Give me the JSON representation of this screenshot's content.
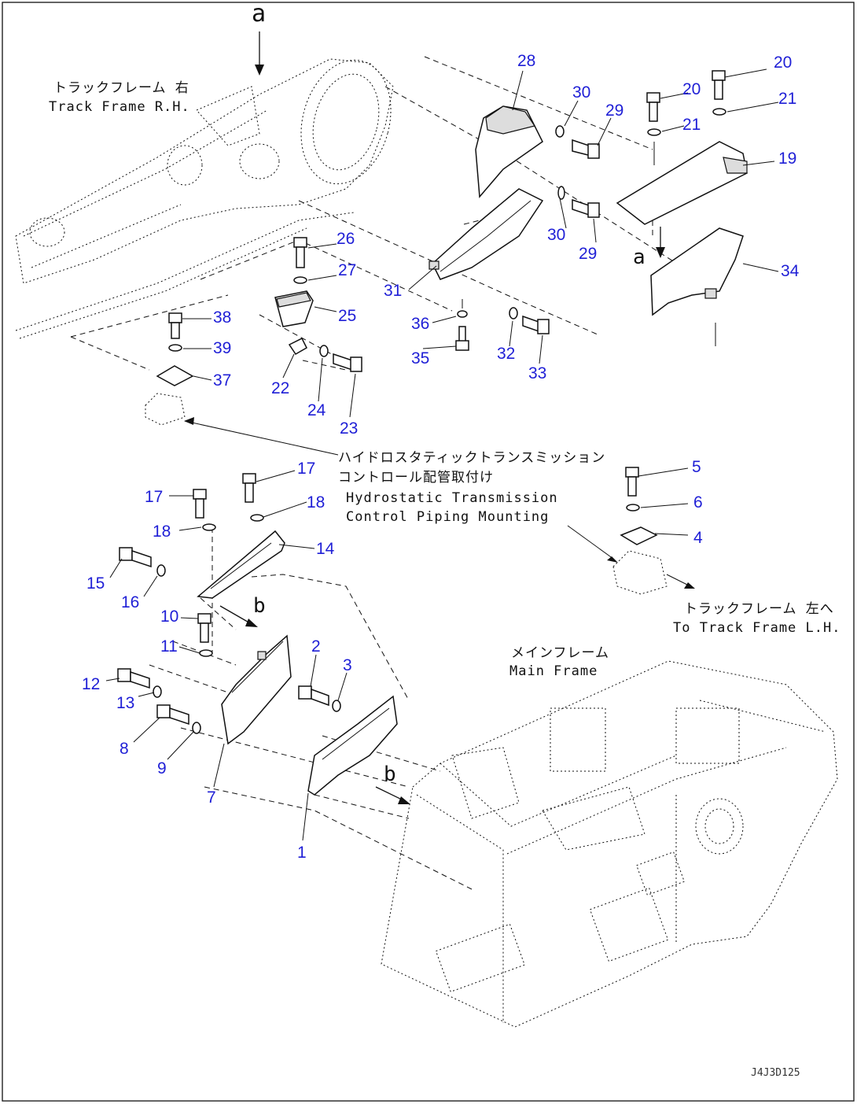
{
  "view_labels": {
    "a": "a",
    "b": "b"
  },
  "captions": {
    "track_frame_rh_ja": "トラックフレーム 右",
    "track_frame_rh_en": "Track Frame R.H.",
    "hst_ja_1": "ハイドロスタティックトランスミッション",
    "hst_ja_2": "コントロール配管取付け",
    "hst_en_1": "Hydrostatic Transmission",
    "hst_en_2": "Control Piping Mounting",
    "track_frame_lh_ja": "トラックフレーム 左へ",
    "track_frame_lh_en": "To Track Frame L.H.",
    "main_frame_ja": "メインフレーム",
    "main_frame_en": "Main Frame",
    "drawing_code": "J4J3D125"
  },
  "callouts": [
    {
      "id": "c1",
      "text": "1"
    },
    {
      "id": "c2",
      "text": "2"
    },
    {
      "id": "c3",
      "text": "3"
    },
    {
      "id": "c4",
      "text": "4"
    },
    {
      "id": "c5",
      "text": "5"
    },
    {
      "id": "c6",
      "text": "6"
    },
    {
      "id": "c7",
      "text": "7"
    },
    {
      "id": "c8",
      "text": "8"
    },
    {
      "id": "c9",
      "text": "9"
    },
    {
      "id": "c10",
      "text": "10"
    },
    {
      "id": "c11",
      "text": "11"
    },
    {
      "id": "c12",
      "text": "12"
    },
    {
      "id": "c13",
      "text": "13"
    },
    {
      "id": "c14",
      "text": "14"
    },
    {
      "id": "c15",
      "text": "15"
    },
    {
      "id": "c16",
      "text": "16"
    },
    {
      "id": "c17a",
      "text": "17"
    },
    {
      "id": "c17b",
      "text": "17"
    },
    {
      "id": "c18a",
      "text": "18"
    },
    {
      "id": "c18b",
      "text": "18"
    },
    {
      "id": "c19",
      "text": "19"
    },
    {
      "id": "c20a",
      "text": "20"
    },
    {
      "id": "c20b",
      "text": "20"
    },
    {
      "id": "c21a",
      "text": "21"
    },
    {
      "id": "c21b",
      "text": "21"
    },
    {
      "id": "c22",
      "text": "22"
    },
    {
      "id": "c23",
      "text": "23"
    },
    {
      "id": "c24",
      "text": "24"
    },
    {
      "id": "c25",
      "text": "25"
    },
    {
      "id": "c26",
      "text": "26"
    },
    {
      "id": "c27",
      "text": "27"
    },
    {
      "id": "c28",
      "text": "28"
    },
    {
      "id": "c29a",
      "text": "29"
    },
    {
      "id": "c29b",
      "text": "29"
    },
    {
      "id": "c30a",
      "text": "30"
    },
    {
      "id": "c30b",
      "text": "30"
    },
    {
      "id": "c31",
      "text": "31"
    },
    {
      "id": "c32",
      "text": "32"
    },
    {
      "id": "c33",
      "text": "33"
    },
    {
      "id": "c34",
      "text": "34"
    },
    {
      "id": "c35",
      "text": "35"
    },
    {
      "id": "c36",
      "text": "36"
    },
    {
      "id": "c37",
      "text": "37"
    },
    {
      "id": "c38",
      "text": "38"
    },
    {
      "id": "c39",
      "text": "39"
    }
  ]
}
